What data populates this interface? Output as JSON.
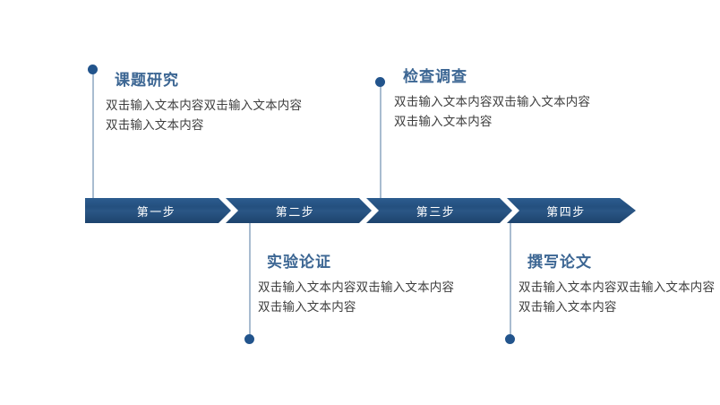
{
  "slide": {
    "background_color": "#ffffff",
    "accent_dark": "#22548c",
    "accent_title": "#3c6693",
    "connector_color": "#a9bcd0",
    "body_text_color": "#3d3d3d",
    "chevron_color": "#24507f",
    "chevron_label_color": "#ffffff"
  },
  "body_text": "双击输入文本内容双击输入文本内容双击输入文本内容",
  "steps": [
    {
      "label": "第一步"
    },
    {
      "label": "第二步"
    },
    {
      "label": "第三步"
    },
    {
      "label": "第四步"
    }
  ],
  "callouts": [
    {
      "position": "top",
      "title": "课题研究",
      "body": "双击输入文本内容双击输入文本内容双击输入文本内容"
    },
    {
      "position": "bottom",
      "title": "实验论证",
      "body": "双击输入文本内容双击输入文本内容双击输入文本内容"
    },
    {
      "position": "top",
      "title": "检查调查",
      "body": "双击输入文本内容双击输入文本内容双击输入文本内容"
    },
    {
      "position": "bottom",
      "title": "撰写论文",
      "body": "双击输入文本内容双击输入文本内容双击输入文本内容"
    }
  ]
}
